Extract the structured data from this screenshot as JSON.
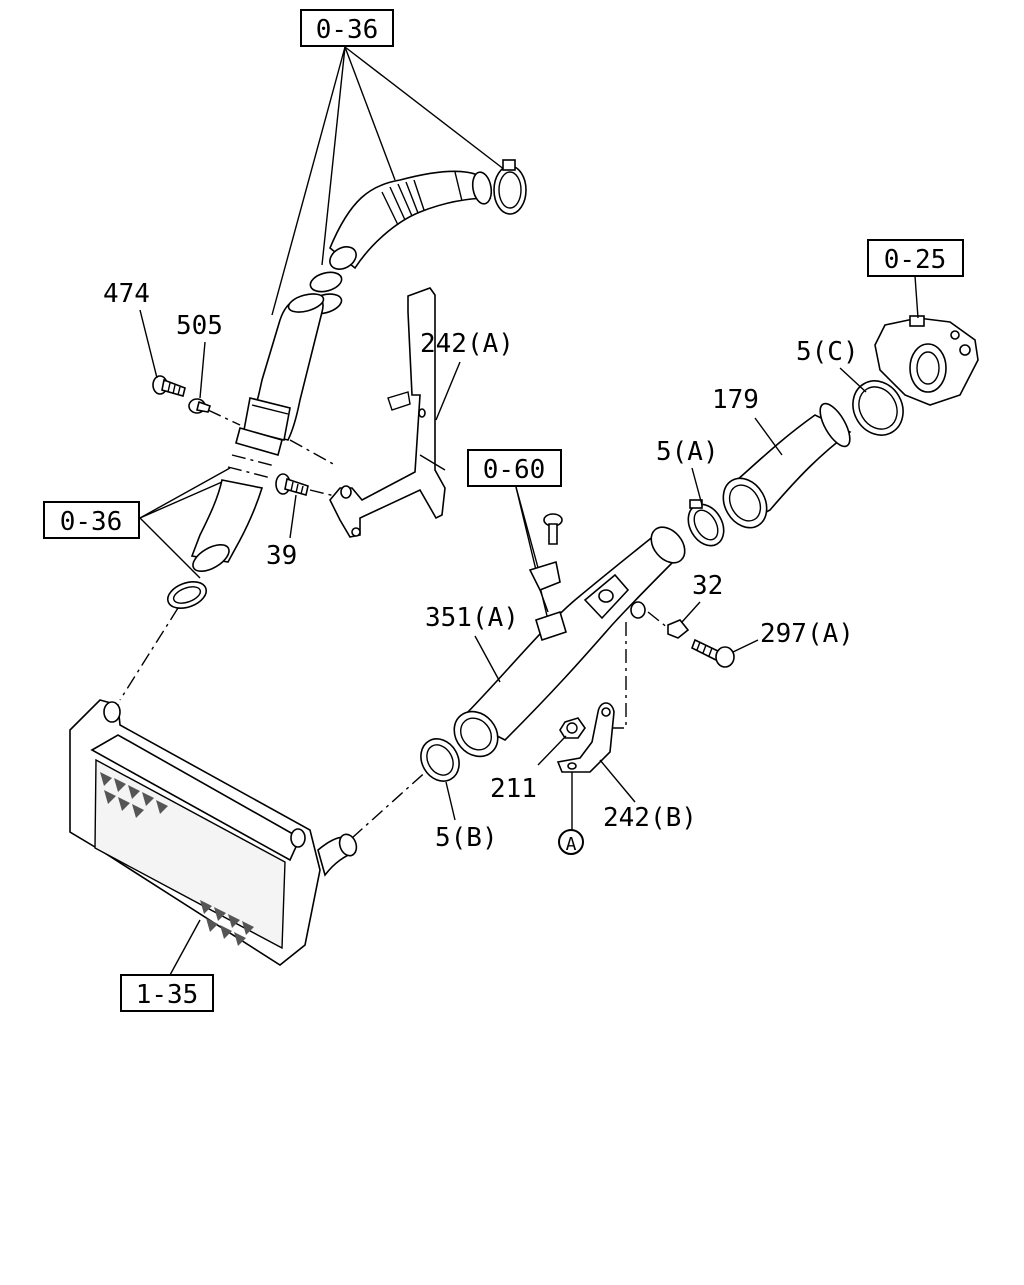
{
  "references": {
    "ref_0_36_top": "0-36",
    "ref_0_36_left": "0-36",
    "ref_0_25": "0-25",
    "ref_0_60": "0-60",
    "ref_1_35": "1-35"
  },
  "part_labels": {
    "p474": "474",
    "p505": "505",
    "p242a": "242(A)",
    "p39": "39",
    "p179": "179",
    "p5c": "5(C)",
    "p5a": "5(A)",
    "p32": "32",
    "p297a": "297(A)",
    "p351a": "351(A)",
    "p211": "211",
    "p242b": "242(B)",
    "p5b": "5(B)"
  },
  "markers": {
    "circle_a": "A"
  }
}
